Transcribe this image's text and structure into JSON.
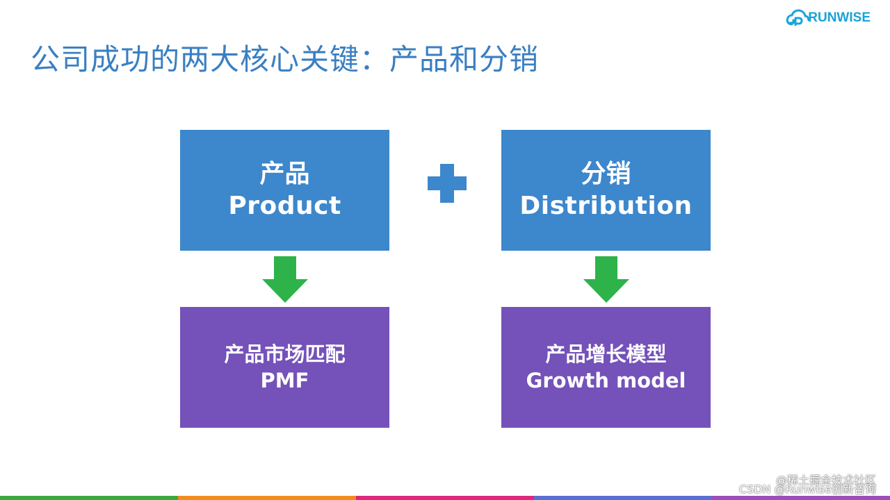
{
  "title": "公司成功的两大核心关键：产品和分销",
  "logo": {
    "text": "RUNWISE",
    "color": "#19a3d9"
  },
  "boxes": {
    "product": {
      "zh": "产品",
      "en": "Product"
    },
    "distribution": {
      "zh": "分销",
      "en": "Distribution"
    },
    "pmf": {
      "zh": "产品市场匹配",
      "en": "PMF"
    },
    "growth": {
      "zh": "产品增长模型",
      "en": "Growth model"
    }
  },
  "colors": {
    "title": "#3a7fc2",
    "box_top": "#3d87cc",
    "box_bottom": "#7452b9",
    "arrow": "#2db34a",
    "plus": "#3d87cc",
    "bar": [
      "#3aaa3e",
      "#f28c1e",
      "#e0287a",
      "#5a6fd0",
      "#9b4fb8"
    ]
  },
  "watermark": {
    "line1": "@稀土掘金技术社区",
    "line2": "CSDN @Runwise创新咨询"
  }
}
